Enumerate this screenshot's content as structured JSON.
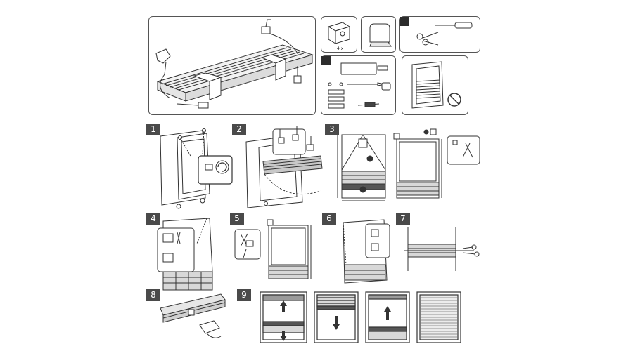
{
  "steps": [
    "1",
    "2",
    "3",
    "4",
    "5",
    "6",
    "7",
    "8",
    "9"
  ],
  "parts": {
    "bracket_quantity": "4 x"
  },
  "icons": {
    "tools_a": "wrench-screwdriver-icon",
    "tools_b": "wrench-saw-icon",
    "no_drill": "no-drill-icon",
    "arrow_up": "arrow-up-icon",
    "arrow_down": "arrow-down-icon"
  },
  "colors": {
    "line": "#333333",
    "badge": "#4a4a4a",
    "shade": "#9a9a9a"
  }
}
